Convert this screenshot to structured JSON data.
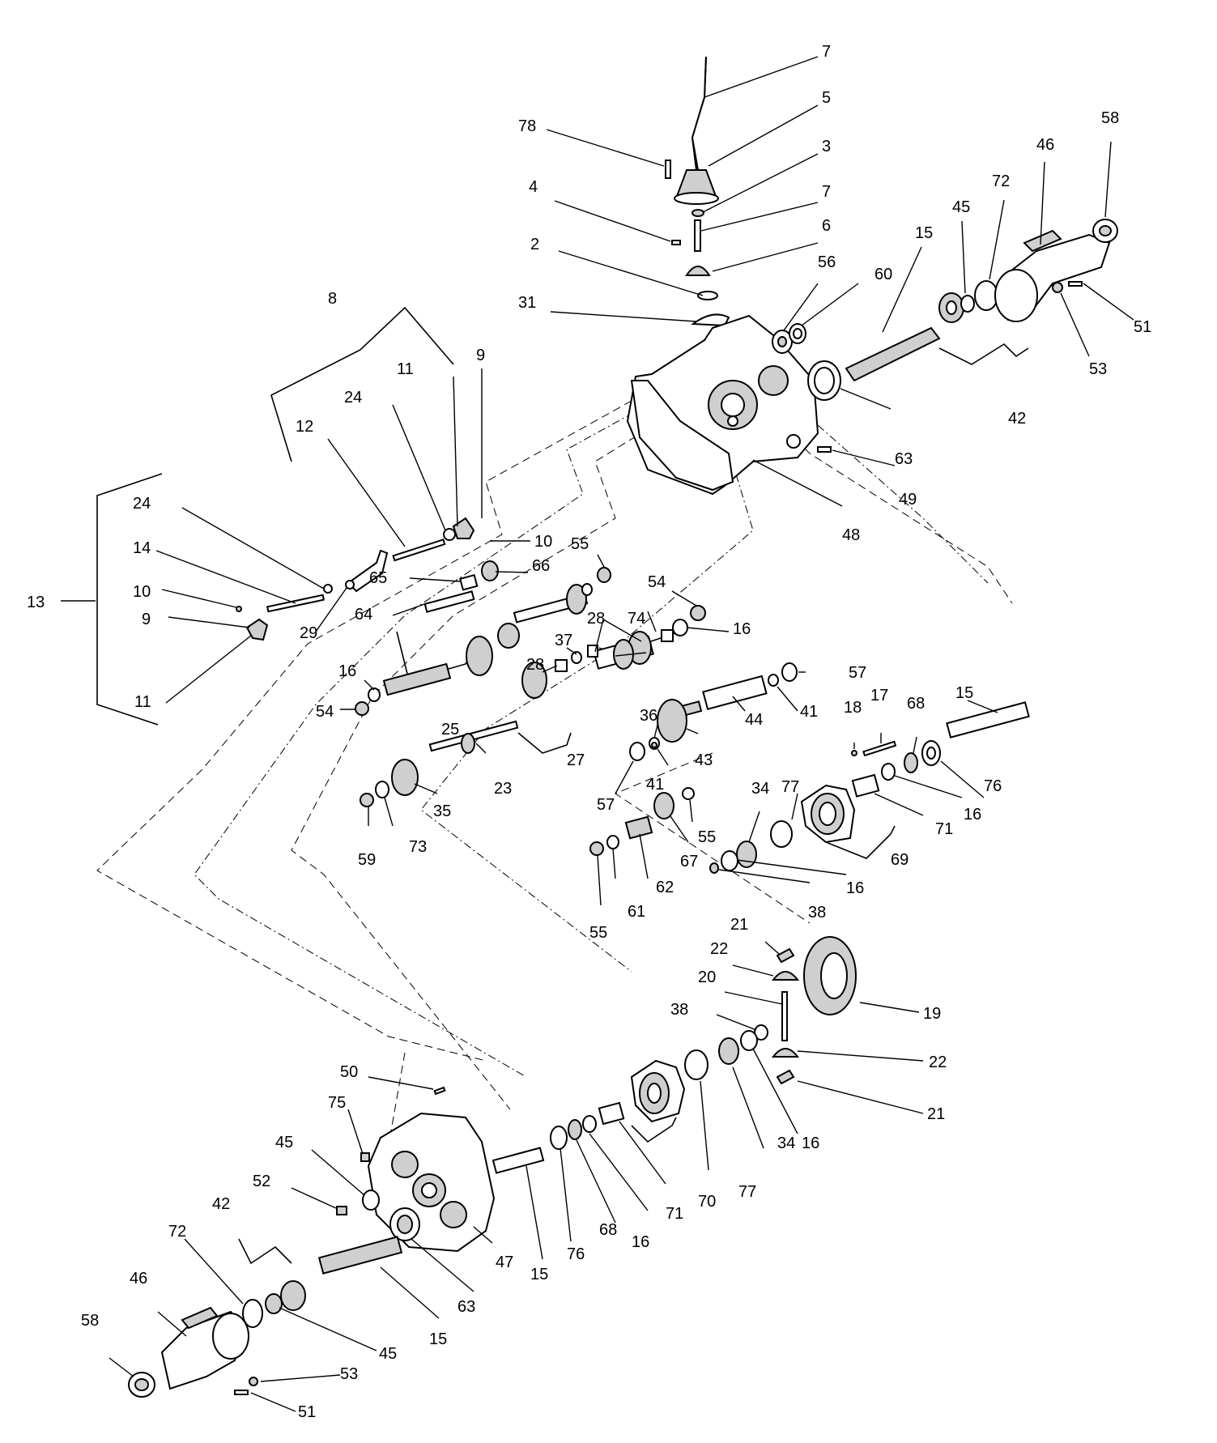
{
  "colors": {
    "ink": "#000000",
    "paper": "#ffffff",
    "shade": "#cfcfcf"
  },
  "callouts": [
    {
      "id": "c7a",
      "label": "7"
    },
    {
      "id": "c5",
      "label": "5"
    },
    {
      "id": "c78",
      "label": "78"
    },
    {
      "id": "c3",
      "label": "3"
    },
    {
      "id": "c4",
      "label": "4"
    },
    {
      "id": "c7b",
      "label": "7"
    },
    {
      "id": "c6",
      "label": "6"
    },
    {
      "id": "c2",
      "label": "2"
    },
    {
      "id": "c31",
      "label": "31"
    },
    {
      "id": "c58a",
      "label": "58"
    },
    {
      "id": "c46a",
      "label": "46"
    },
    {
      "id": "c72a",
      "label": "72"
    },
    {
      "id": "c45a",
      "label": "45"
    },
    {
      "id": "c15a",
      "label": "15"
    },
    {
      "id": "c60",
      "label": "60"
    },
    {
      "id": "c56",
      "label": "56"
    },
    {
      "id": "c51a",
      "label": "51"
    },
    {
      "id": "c53a",
      "label": "53"
    },
    {
      "id": "c42a",
      "label": "42"
    },
    {
      "id": "c63a",
      "label": "63"
    },
    {
      "id": "c49",
      "label": "49"
    },
    {
      "id": "c48",
      "label": "48"
    },
    {
      "id": "c8",
      "label": "8"
    },
    {
      "id": "c9a",
      "label": "9"
    },
    {
      "id": "c11a",
      "label": "11"
    },
    {
      "id": "c24a",
      "label": "24"
    },
    {
      "id": "c12",
      "label": "12"
    },
    {
      "id": "c10a",
      "label": "10"
    },
    {
      "id": "c24b",
      "label": "24"
    },
    {
      "id": "c14",
      "label": "14"
    },
    {
      "id": "c10b",
      "label": "10"
    },
    {
      "id": "c9b",
      "label": "9"
    },
    {
      "id": "c11b",
      "label": "11"
    },
    {
      "id": "c13",
      "label": "13"
    },
    {
      "id": "c29",
      "label": "29"
    },
    {
      "id": "c65",
      "label": "65"
    },
    {
      "id": "c66",
      "label": "66"
    },
    {
      "id": "c55a",
      "label": "55"
    },
    {
      "id": "c64",
      "label": "64"
    },
    {
      "id": "c54a",
      "label": "54"
    },
    {
      "id": "c28a",
      "label": "28"
    },
    {
      "id": "c74",
      "label": "74"
    },
    {
      "id": "c16a",
      "label": "16"
    },
    {
      "id": "c37",
      "label": "37"
    },
    {
      "id": "c28b",
      "label": "28"
    },
    {
      "id": "c57a",
      "label": "57"
    },
    {
      "id": "c16b",
      "label": "16"
    },
    {
      "id": "c54b",
      "label": "54"
    },
    {
      "id": "c25",
      "label": "25"
    },
    {
      "id": "c36",
      "label": "36"
    },
    {
      "id": "c41a",
      "label": "41"
    },
    {
      "id": "c44",
      "label": "44"
    },
    {
      "id": "c15b",
      "label": "15"
    },
    {
      "id": "c17",
      "label": "17"
    },
    {
      "id": "c18",
      "label": "18"
    },
    {
      "id": "c68a",
      "label": "68"
    },
    {
      "id": "c27",
      "label": "27"
    },
    {
      "id": "c23",
      "label": "23"
    },
    {
      "id": "c41b",
      "label": "41"
    },
    {
      "id": "c43",
      "label": "43"
    },
    {
      "id": "c57b",
      "label": "57"
    },
    {
      "id": "c35",
      "label": "35"
    },
    {
      "id": "c77a",
      "label": "77"
    },
    {
      "id": "c76a",
      "label": "76"
    },
    {
      "id": "c16c",
      "label": "16"
    },
    {
      "id": "c59",
      "label": "59"
    },
    {
      "id": "c73",
      "label": "73"
    },
    {
      "id": "c34a",
      "label": "34"
    },
    {
      "id": "c71a",
      "label": "71"
    },
    {
      "id": "c55b",
      "label": "55"
    },
    {
      "id": "c67",
      "label": "67"
    },
    {
      "id": "c69",
      "label": "69"
    },
    {
      "id": "c62",
      "label": "62"
    },
    {
      "id": "c16d",
      "label": "16"
    },
    {
      "id": "c61",
      "label": "61"
    },
    {
      "id": "c38a",
      "label": "38"
    },
    {
      "id": "c55c",
      "label": "55"
    },
    {
      "id": "c21a",
      "label": "21"
    },
    {
      "id": "c22a",
      "label": "22"
    },
    {
      "id": "c20",
      "label": "20"
    },
    {
      "id": "c19",
      "label": "19"
    },
    {
      "id": "c38b",
      "label": "38"
    },
    {
      "id": "c22b",
      "label": "22"
    },
    {
      "id": "c50",
      "label": "50"
    },
    {
      "id": "c21b",
      "label": "21"
    },
    {
      "id": "c75",
      "label": "75"
    },
    {
      "id": "c45b",
      "label": "45"
    },
    {
      "id": "c52",
      "label": "52"
    },
    {
      "id": "c16e",
      "label": "16"
    },
    {
      "id": "c34b",
      "label": "34"
    },
    {
      "id": "c77b",
      "label": "77"
    },
    {
      "id": "c70",
      "label": "70"
    },
    {
      "id": "c71b",
      "label": "71"
    },
    {
      "id": "c42b",
      "label": "42"
    },
    {
      "id": "c16f",
      "label": "16"
    },
    {
      "id": "c68b",
      "label": "68"
    },
    {
      "id": "c72b",
      "label": "72"
    },
    {
      "id": "c76b",
      "label": "76"
    },
    {
      "id": "c46b",
      "label": "46"
    },
    {
      "id": "c15c",
      "label": "15"
    },
    {
      "id": "c47",
      "label": "47"
    },
    {
      "id": "c63b",
      "label": "63"
    },
    {
      "id": "c58b",
      "label": "58"
    },
    {
      "id": "c15d",
      "label": "15"
    },
    {
      "id": "c45c",
      "label": "45"
    },
    {
      "id": "c53b",
      "label": "53"
    },
    {
      "id": "c51b",
      "label": "51"
    }
  ]
}
